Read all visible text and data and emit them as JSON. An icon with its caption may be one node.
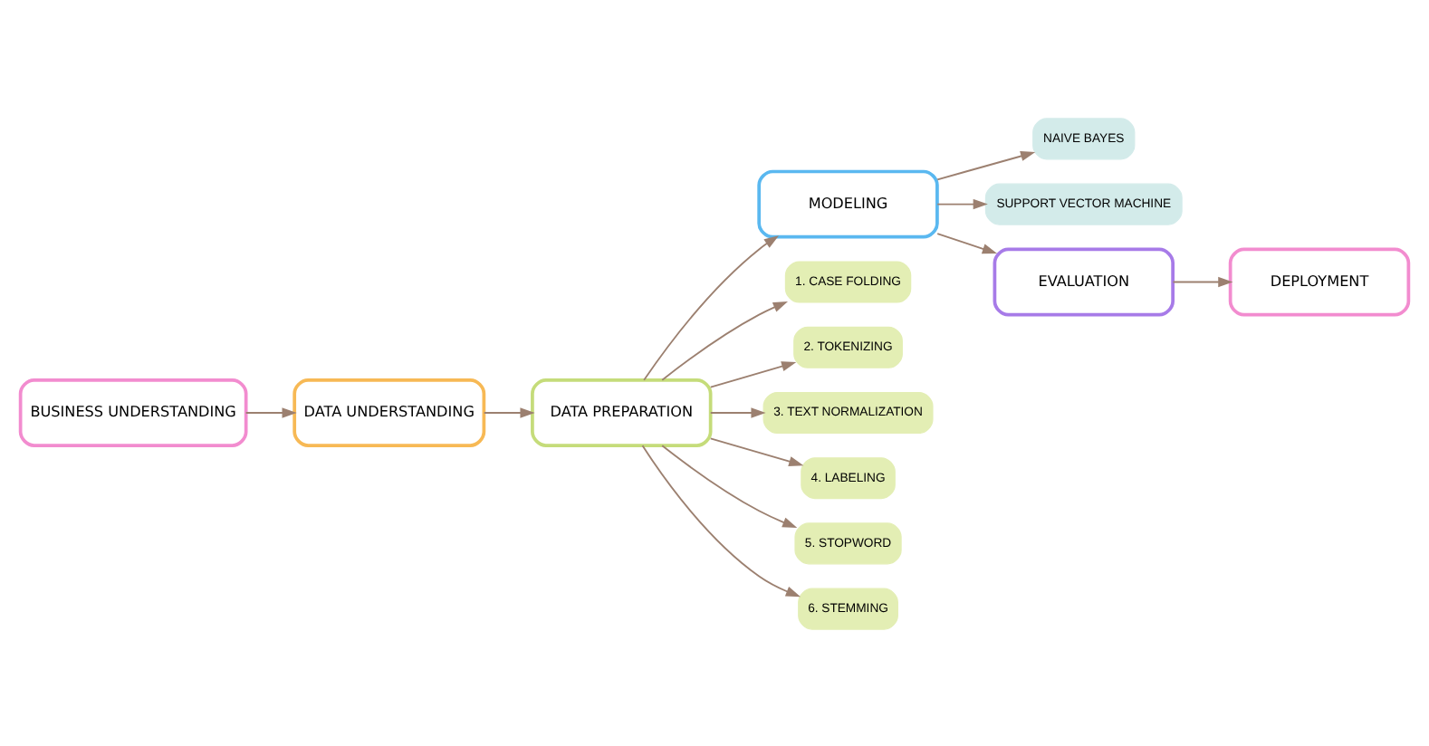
{
  "diagram": {
    "nodes": [
      {
        "text": [
          "BUSINESS UNDERSTANDING"
        ]
      },
      {
        "text": [
          "DATA UNDERSTANDING"
        ]
      },
      {
        "text": [
          "DATA PREPARATION"
        ]
      },
      {
        "text": [
          "MODELING"
        ]
      },
      {
        "text": [
          "NAIVE BAYES"
        ]
      },
      {
        "text": [
          "SUPPORT VECTOR MACHINE"
        ]
      },
      {
        "text": [
          "1. CASE FOLDING"
        ]
      },
      {
        "text": [
          "2. TOKENIZING"
        ]
      },
      {
        "text": [
          "3. TEXT NORMALIZATION"
        ]
      },
      {
        "text": [
          "4. LABELING"
        ]
      },
      {
        "text": [
          "5. STOPWORD"
        ]
      },
      {
        "text": [
          "6. STEMMING"
        ]
      },
      {
        "text": [
          "EVALUATION"
        ]
      },
      {
        "text": [
          "DEPLOYMENT"
        ]
      }
    ],
    "edges": [
      {
        "from": 0,
        "to": 1,
        "arrow": "to"
      },
      {
        "from": 1,
        "to": 2,
        "arrow": "to"
      },
      {
        "from": 2,
        "to": 3,
        "arrow": "to"
      },
      {
        "from": 3,
        "to": 4,
        "arrow": "to"
      },
      {
        "from": 3,
        "to": 5,
        "arrow": "to"
      },
      {
        "from": 2,
        "to": 6,
        "arrow": "to"
      },
      {
        "from": 2,
        "to": 7,
        "arrow": "to"
      },
      {
        "from": 2,
        "to": 8,
        "arrow": "to"
      },
      {
        "from": 2,
        "to": 9,
        "arrow": "to"
      },
      {
        "from": 2,
        "to": 10,
        "arrow": "to"
      },
      {
        "from": 2,
        "to": 11,
        "arrow": "to"
      },
      {
        "from": 3,
        "to": 12,
        "arrow": "to"
      },
      {
        "from": 12,
        "to": 13,
        "arrow": "to"
      }
    ]
  }
}
